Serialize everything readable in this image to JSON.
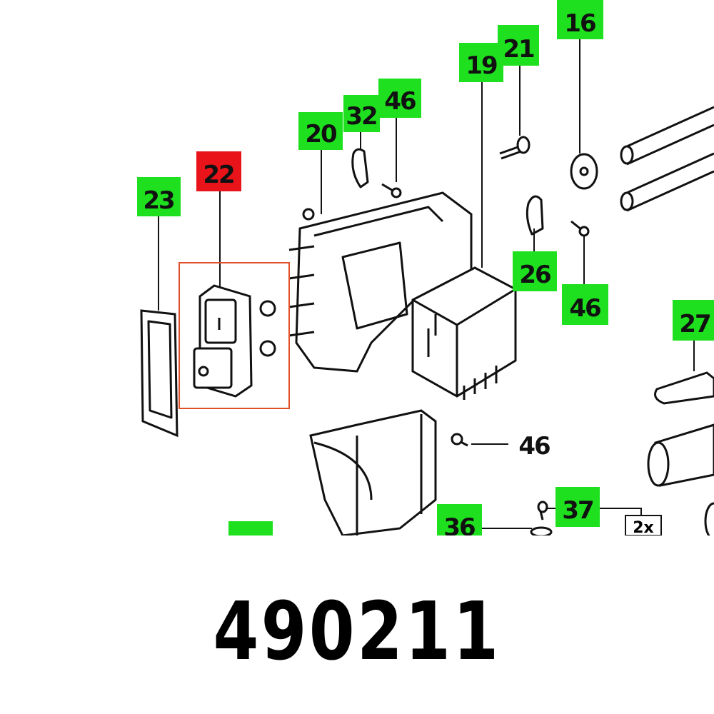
{
  "part_number": "490211",
  "colors": {
    "callout": "#1ee01e",
    "highlight_callout": "#e8141a",
    "highlight_frame": "#e0502a"
  },
  "callouts": [
    {
      "label": "16",
      "highlighted": false
    },
    {
      "label": "21",
      "highlighted": false
    },
    {
      "label": "19",
      "highlighted": false
    },
    {
      "label": "46",
      "highlighted": false
    },
    {
      "label": "32",
      "highlighted": false
    },
    {
      "label": "20",
      "highlighted": false
    },
    {
      "label": "22",
      "highlighted": true
    },
    {
      "label": "23",
      "highlighted": false
    },
    {
      "label": "26",
      "highlighted": false
    },
    {
      "label": "46",
      "highlighted": false
    },
    {
      "label": "27",
      "highlighted": false
    },
    {
      "label": "46",
      "highlighted": false,
      "boxed": false
    },
    {
      "label": "37",
      "highlighted": false
    },
    {
      "label": "36",
      "highlighted": false
    }
  ],
  "quantity_note": "2x"
}
